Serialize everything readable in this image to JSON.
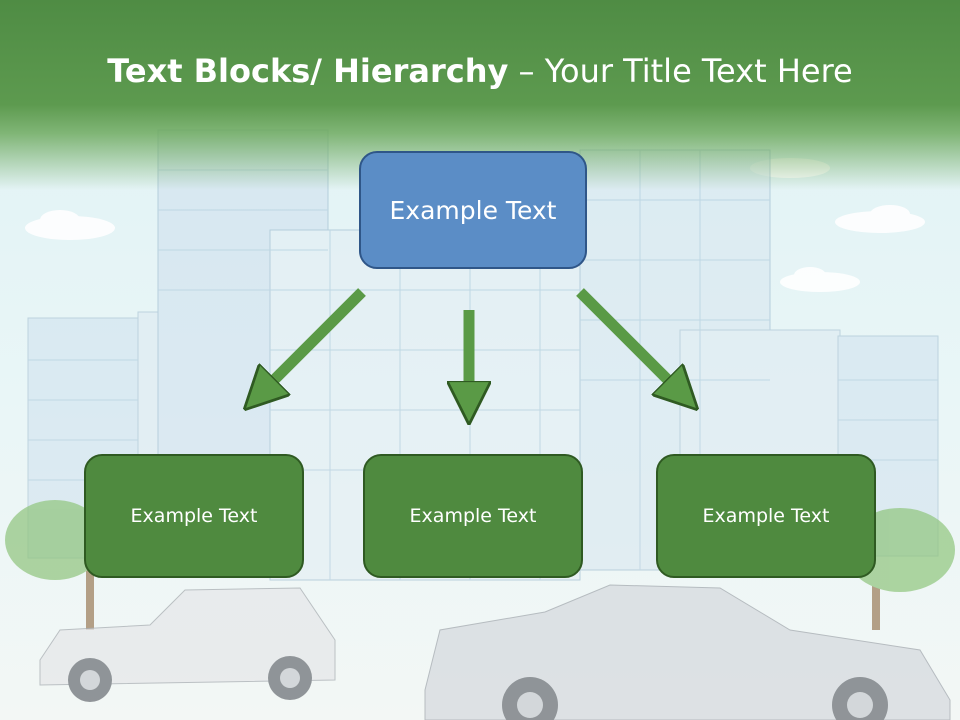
{
  "title": {
    "bold": "Text Blocks/ Hierarchy",
    "regular": " – Your Title Text Here"
  },
  "diagram": {
    "top_box": "Example Text",
    "children": [
      "Example Text",
      "Example Text",
      "Example Text"
    ]
  },
  "colors": {
    "header_green": "#4f8c44",
    "top_box_blue": "#5b8dc6",
    "child_box_green": "#4f8a3f",
    "arrow_green": "#5a9a46"
  }
}
